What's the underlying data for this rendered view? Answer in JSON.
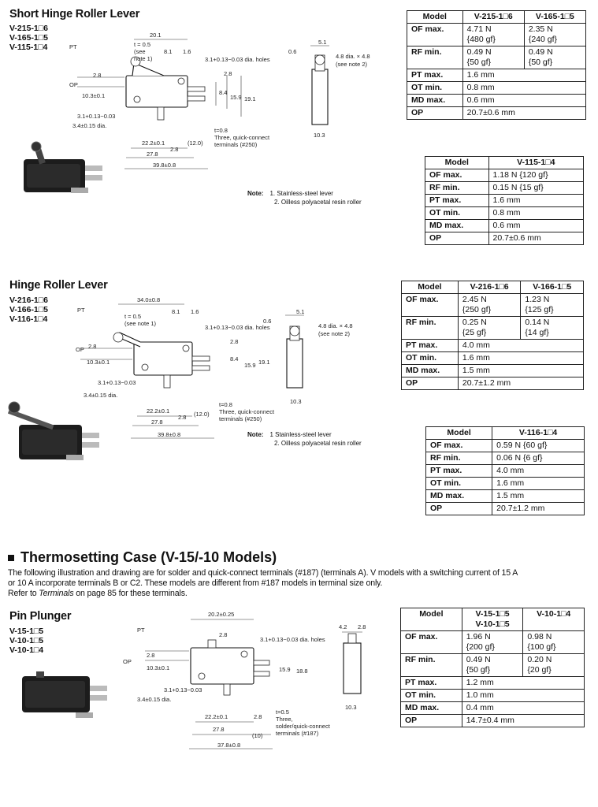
{
  "sections": [
    {
      "title": "Short Hinge Roller Lever",
      "models": [
        "V-215-1□6",
        "V-165-1□5",
        "V-115-1□4"
      ],
      "dims": {
        "pt": "PT",
        "op": "OP",
        "d201": "20.1",
        "t05": "t = 0.5",
        "see": "(see",
        "note1": "note 1)",
        "d81": "8.1",
        "d16": "1.6",
        "holes": "3.1+0.13−0.03 dia. holes",
        "d28a": "2.8",
        "d28b": "2.8",
        "d103": "10.3±0.1",
        "d84": "8.4",
        "d159": "15.9",
        "d191": "19.1",
        "d31": "3.1+0.13−0.03",
        "d34": "3.4±0.15 dia.",
        "t08": "t=0.8",
        "term1": "Three, quick-connect",
        "term2": "terminals (#250)",
        "d222": "22.2±0.1",
        "d120": "(12.0)",
        "d28c": "2.8",
        "d278": "27.8",
        "d398": "39.8±0.8",
        "s51": "5.1",
        "s06": "0.6",
        "s48a": "4.8 dia. × 4.8",
        "s48b": "(see note 2)",
        "s103": "10.3"
      },
      "notes": {
        "label": "Note:",
        "items": [
          "1.  Stainless-steel lever",
          "2.  Oilless polyacetal resin roller"
        ]
      },
      "table1": {
        "headers": [
          "Model",
          "V-215-1□6",
          "V-165-1□5"
        ],
        "rows": [
          [
            "OF max.",
            "4.71 N\n{480 gf}",
            "2.35 N\n{240 gf}"
          ],
          [
            "RF min.",
            "0.49 N\n{50 gf}",
            "0.49 N\n{50 gf}"
          ],
          [
            "PT max.",
            "1.6 mm"
          ],
          [
            "OT min.",
            "0.8 mm"
          ],
          [
            "MD max.",
            "0.6 mm"
          ],
          [
            "OP",
            "20.7±0.6 mm"
          ]
        ]
      },
      "table2": {
        "headers": [
          "Model",
          "V-115-1□4"
        ],
        "rows": [
          [
            "OF max.",
            "1.18 N {120 gf}"
          ],
          [
            "RF min.",
            "0.15 N {15 gf}"
          ],
          [
            "PT max.",
            "1.6 mm"
          ],
          [
            "OT min.",
            "0.8 mm"
          ],
          [
            "MD max.",
            "0.6 mm"
          ],
          [
            "OP",
            "20.7±0.6 mm"
          ]
        ]
      }
    },
    {
      "title": "Hinge Roller Lever",
      "models": [
        "V-216-1□6",
        "V-166-1□5",
        "V-116-1□4"
      ],
      "dims": {
        "pt": "PT",
        "op": "OP",
        "d340": "34.0±0.8",
        "t05": "t = 0.5",
        "note1": "(see note 1)",
        "d81": "8.1",
        "d16": "1.6",
        "holes": "3.1+0.13−0.03 dia. holes",
        "d28a": "2.8",
        "d28b": "2.8",
        "d103": "10.3±0.1",
        "d84": "8.4",
        "d159": "15.9",
        "d191": "19.1",
        "d31": "3.1+0.13−0.03",
        "d34": "3.4±0.15 dia.",
        "t08": "t=0.8",
        "term1": "Three, quick-connect",
        "term2": "terminals (#250)",
        "d222": "22.2±0.1",
        "d120": "(12.0)",
        "d28c": "2.8",
        "d278": "27.8",
        "d398": "39.8±0.8",
        "s51": "5.1",
        "s06": "0.6",
        "s48a": "4.8 dia. × 4.8",
        "s48b": "(see note 2)",
        "s103": "10.3"
      },
      "notes": {
        "label": "Note:",
        "items": [
          "1   Stainless-steel lever",
          "2.  Oilless polyacetal resin roller"
        ]
      },
      "table1": {
        "headers": [
          "Model",
          "V-216-1□6",
          "V-166-1□5"
        ],
        "rows": [
          [
            "OF max.",
            "2.45 N\n{250 gf}",
            "1.23 N\n{125 gf}"
          ],
          [
            "RF min.",
            "0.25 N\n{25 gf}",
            "0.14 N\n{14 gf}"
          ],
          [
            "PT max.",
            "4.0 mm"
          ],
          [
            "OT min.",
            "1.6 mm"
          ],
          [
            "MD max.",
            "1.5 mm"
          ],
          [
            "OP",
            "20.7±1.2 mm"
          ]
        ]
      },
      "table2": {
        "headers": [
          "Model",
          "V-116-1□4"
        ],
        "rows": [
          [
            "OF max.",
            "0.59 N {60 gf}"
          ],
          [
            "RF min.",
            "0.06 N {6 gf}"
          ],
          [
            "PT max.",
            "4.0 mm"
          ],
          [
            "OT min.",
            "1.6 mm"
          ],
          [
            "MD max.",
            "1.5 mm"
          ],
          [
            "OP",
            "20.7±1.2 mm"
          ]
        ]
      }
    }
  ],
  "thermo": {
    "heading": "Thermosetting Case (V-15/-10 Models)",
    "para1": "The following illustration and drawing are for solder and quick-connect terminals (#187) (terminals A). V models with a switching current of 15 A",
    "para2": "or 10 A incorporate terminals B or C2. These models are different from #187 models in terminal size only.",
    "para3a": "Refer to ",
    "para3b": "Terminals",
    "para3c": " on page 85 for these terminals."
  },
  "pin": {
    "title": "Pin Plunger",
    "models": [
      "V-15-1□5",
      "V-10-1□5",
      "V-10-1□4"
    ],
    "dims": {
      "pt": "PT",
      "op": "OP",
      "d202": "20.2±0.25",
      "d28a": "2.8",
      "holes": "3.1+0.13−0.03 dia. holes",
      "d28b": "2.8",
      "d103": "10.3±0.1",
      "d159": "15.9",
      "d188": "18.8",
      "d31": "3.1+0.13−0.03",
      "d34": "3.4±0.15 dia.",
      "t05": "t=0.5",
      "term1": "Three,",
      "term2": "solder/quick-connect",
      "term3": "terminals (#187)",
      "d222": "22.2±0.1",
      "d28c": "2.8",
      "d278": "27.8",
      "d10": "(10)",
      "d378": "37.8±0.8",
      "s42": "4.2",
      "s28": "2.8",
      "s103": "10.3"
    },
    "table": {
      "h1": "Model",
      "h2a": "V-15-1□5",
      "h2b": "V-10-1□5",
      "h3": "V-10-1□4",
      "rows": [
        [
          "OF max.",
          "1.96 N\n{200 gf}",
          "0.98 N\n{100 gf}"
        ],
        [
          "RF min.",
          "0.49 N\n{50 gf}",
          "0.20 N\n{20 gf}"
        ],
        [
          "PT max.",
          "1.2 mm"
        ],
        [
          "OT min.",
          "1.0 mm"
        ],
        [
          "MD max.",
          "0.4 mm"
        ],
        [
          "OP",
          "14.7±0.4 mm"
        ]
      ]
    }
  },
  "icons": [
    "switch-photo-icon",
    "side-view-drawing-icon"
  ],
  "colors": {
    "text": "#111111",
    "background": "#ffffff",
    "photo_body": "#1c1c1c"
  }
}
